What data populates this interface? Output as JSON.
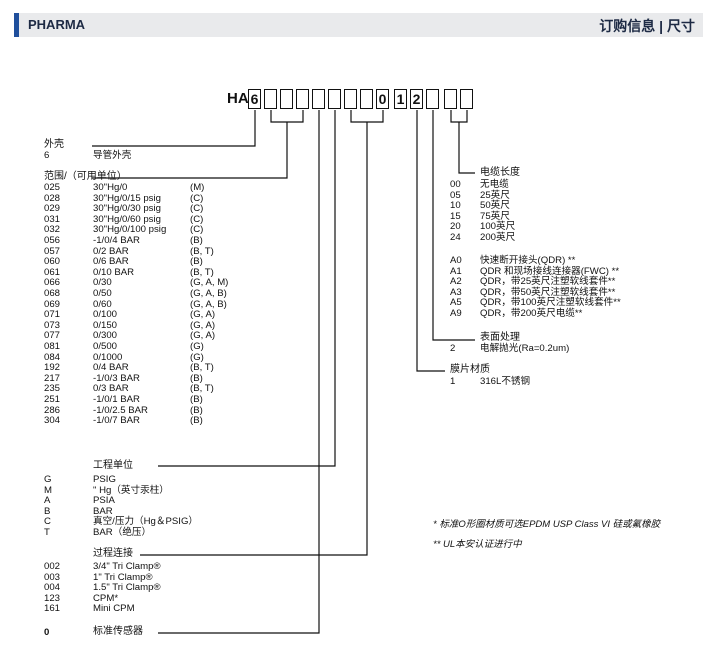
{
  "header": {
    "left": "PHARMA",
    "right": "订购信息 | 尺寸"
  },
  "model_code": {
    "prefix": "HA",
    "boxes": [
      "6",
      "",
      "",
      "",
      "",
      "",
      "",
      "",
      "0",
      "1",
      "2",
      "",
      ""
    ]
  },
  "housing": {
    "title": "外壳",
    "code": "6",
    "desc": "导管外壳"
  },
  "range": {
    "title": "范围/（可用单位）",
    "rows": [
      [
        "025",
        "30\"Hg/0",
        "(M)"
      ],
      [
        "028",
        "30\"Hg/0/15 psig",
        "(C)"
      ],
      [
        "029",
        "30\"Hg/0/30 psig",
        "(C)"
      ],
      [
        "031",
        "30\"Hg/0/60 psig",
        "(C)"
      ],
      [
        "032",
        "30\"Hg/0/100 psig",
        "(C)"
      ],
      [
        "056",
        "-1/0/4 BAR",
        "(B)"
      ],
      [
        "057",
        "0/2 BAR",
        "(B, T)"
      ],
      [
        "060",
        "0/6 BAR",
        "(B)"
      ],
      [
        "061",
        "0/10 BAR",
        "(B, T)"
      ],
      [
        "066",
        "0/30",
        "(G, A, M)"
      ],
      [
        "068",
        "0/50",
        "(G, A, B)"
      ],
      [
        "069",
        "0/60",
        "(G, A, B)"
      ],
      [
        "071",
        "0/100",
        "(G, A)"
      ],
      [
        "073",
        "0/150",
        "(G, A)"
      ],
      [
        "077",
        "0/300",
        "(G, A)"
      ],
      [
        "081",
        "0/500",
        "(G)"
      ],
      [
        "084",
        "0/1000",
        "(G)"
      ],
      [
        "192",
        "0/4 BAR",
        "(B, T)"
      ],
      [
        "217",
        "-1/0/3 BAR",
        "(B)"
      ],
      [
        "235",
        "0/3 BAR",
        "(B, T)"
      ],
      [
        "251",
        "-1/0/1 BAR",
        "(B)"
      ],
      [
        "286",
        "-1/0/2.5 BAR",
        "(B)"
      ],
      [
        "304",
        "-1/0/7 BAR",
        "(B)"
      ]
    ]
  },
  "units": {
    "title": "工程单位",
    "rows": [
      [
        "G",
        "PSIG"
      ],
      [
        "M",
        "\" Hg（英寸汞柱）"
      ],
      [
        "A",
        "PSIA"
      ],
      [
        "B",
        "BAR"
      ],
      [
        "C",
        "真空/压力（Hg＆PSIG）"
      ],
      [
        "T",
        "BAR（绝压）"
      ]
    ]
  },
  "process": {
    "title": "过程连接",
    "rows": [
      [
        "002",
        "3/4\" Tri Clamp®"
      ],
      [
        "003",
        "1\" Tri Clamp®"
      ],
      [
        "004",
        "1.5\" Tri Clamp®"
      ],
      [
        "123",
        "CPM*"
      ],
      [
        "161",
        "Mini CPM"
      ]
    ]
  },
  "sensor": {
    "code": "0",
    "desc": "标准传感器"
  },
  "cable": {
    "title": "电缆长度",
    "rows": [
      [
        "00",
        "无电缆"
      ],
      [
        "05",
        "25英尺"
      ],
      [
        "10",
        "50英尺"
      ],
      [
        "15",
        "75英尺"
      ],
      [
        "20",
        "100英尺"
      ],
      [
        "24",
        "200英尺"
      ]
    ],
    "rows2": [
      [
        "A0",
        "快速断开接头(QDR) **"
      ],
      [
        "A1",
        "QDR 和现场接线连接器(FWC) **"
      ],
      [
        "A2",
        "QDR，带25英尺注塑软线套件**"
      ],
      [
        "A3",
        "QDR，带50英尺注塑软线套件**"
      ],
      [
        "A5",
        "QDR，带100英尺注塑软线套件**"
      ],
      [
        "A9",
        "QDR，带200英尺电缆**"
      ]
    ]
  },
  "finish": {
    "title": "表面处理",
    "code": "2",
    "desc": "电解抛光(Ra=0.2um)"
  },
  "diaphragm": {
    "title": "膜片材质",
    "code": "1",
    "desc": "316L不锈钢"
  },
  "notes": [
    "* 标准O形圈材质可选EPDM USP Class VI 硅或氟橡胶",
    "** UL本安认证进行中"
  ]
}
